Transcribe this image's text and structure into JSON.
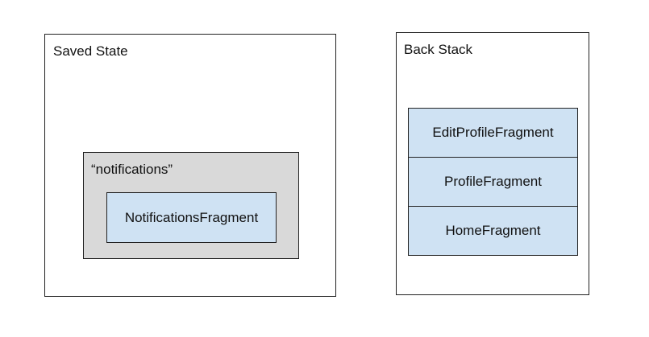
{
  "saved_state": {
    "title": "Saved State",
    "group_label": "“notifications”",
    "fragment": "NotificationsFragment"
  },
  "back_stack": {
    "title": "Back Stack",
    "fragments": [
      "EditProfileFragment",
      "ProfileFragment",
      "HomeFragment"
    ]
  },
  "colors": {
    "fragment_fill": "#cfe2f3",
    "group_fill": "#d9d9d9",
    "border": "#222222"
  }
}
